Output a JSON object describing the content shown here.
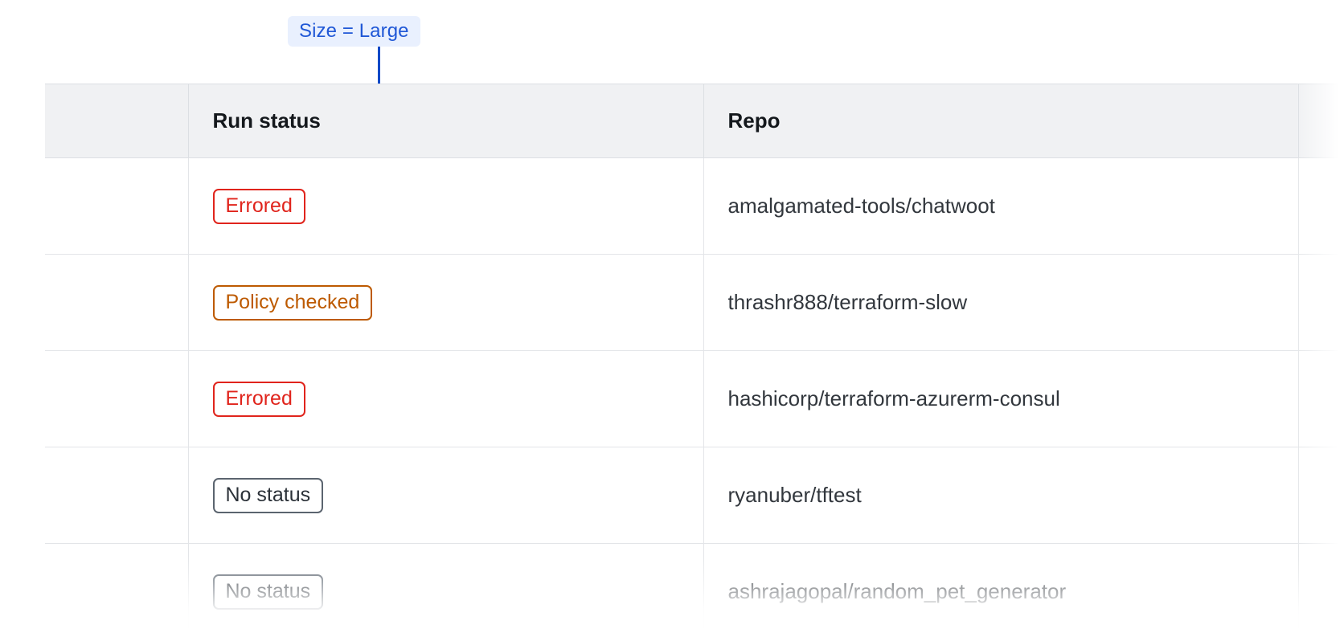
{
  "annotation": {
    "label": "Size = Large",
    "accent_color": "#1049c7",
    "badge_bg": "#e9f0fe",
    "badge_text_color": "#1f57d6"
  },
  "table": {
    "columns": [
      {
        "key": "select",
        "label": ""
      },
      {
        "key": "run_status",
        "label": "Run status"
      },
      {
        "key": "repo",
        "label": "Repo"
      },
      {
        "key": "tail",
        "label": ""
      }
    ],
    "header_bg": "#f0f1f3",
    "rows": [
      {
        "status": "Errored",
        "status_variant": "errored",
        "status_color": "#e0241c",
        "repo": "amalgamated-tools/chatwoot"
      },
      {
        "status": "Policy checked",
        "status_variant": "policy-checked",
        "status_color": "#bd5a00",
        "repo": "thrashr888/terraform-slow"
      },
      {
        "status": "Errored",
        "status_variant": "errored",
        "status_color": "#e0241c",
        "repo": "hashicorp/terraform-azurerm-consul"
      },
      {
        "status": "No status",
        "status_variant": "no-status",
        "status_color": "#5b646f",
        "repo": "ryanuber/tftest"
      },
      {
        "status": "No status",
        "status_variant": "no-status",
        "status_color": "#5b646f",
        "repo": "ashrajagopal/random_pet_generator"
      }
    ]
  }
}
